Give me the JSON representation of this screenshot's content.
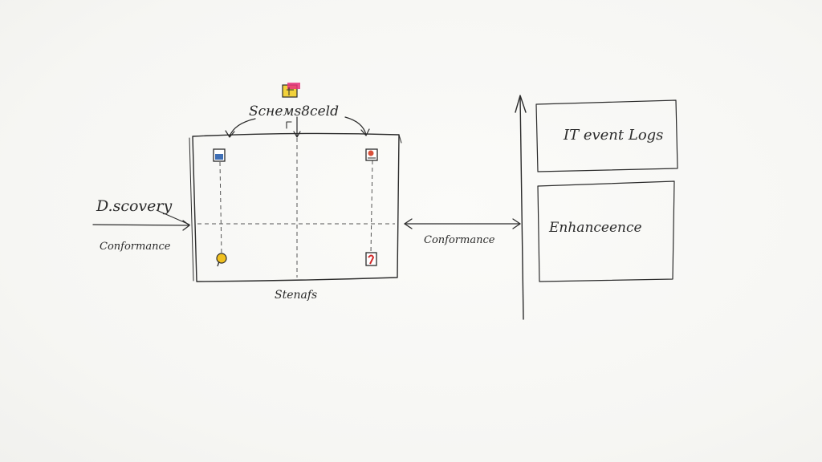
{
  "diagram": {
    "top_label": "Scнемѕ8сeld",
    "bottom_label": "Stenafs",
    "left_labels": {
      "primary": "D.scovery",
      "secondary": "Conformance"
    },
    "middle_label": "Conformance",
    "right_boxes": {
      "top": "IT event Logs",
      "bottom": "Enhanceence"
    },
    "icons": [
      {
        "name": "folder-icon",
        "color": "#f2d23c"
      },
      {
        "name": "blue-note-icon",
        "color": "#3f6fb5"
      },
      {
        "name": "red-note-icon",
        "color": "#d9503a"
      },
      {
        "name": "yellow-pin-icon",
        "color": "#f0c01f"
      },
      {
        "name": "red-tag-icon",
        "color": "#d12a2a"
      }
    ],
    "colors": {
      "ink": "#2b2b2b",
      "highlight": "#e8337a"
    }
  }
}
